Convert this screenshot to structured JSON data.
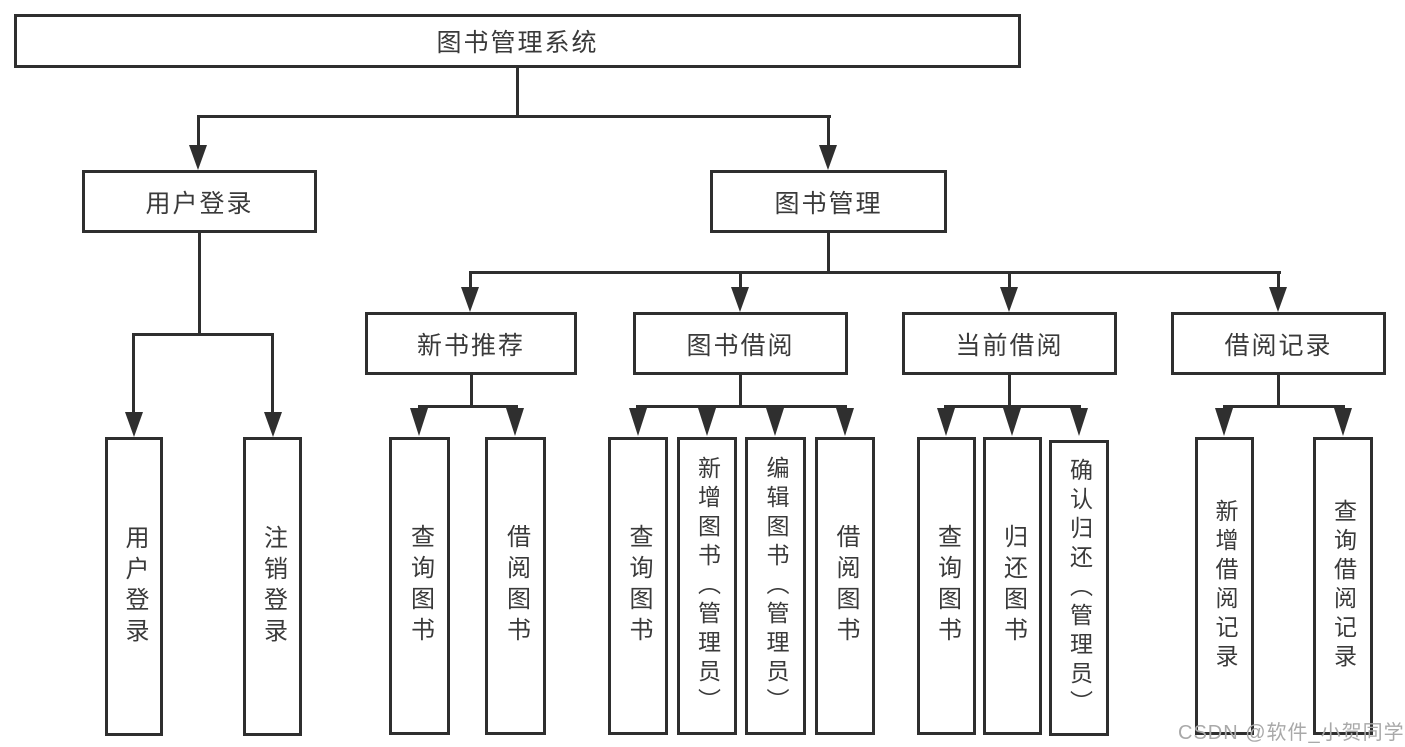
{
  "diagram": {
    "root": {
      "label": "图书管理系统"
    },
    "children": [
      {
        "label": "用户登录",
        "children": [
          {
            "label": "用户登录"
          },
          {
            "label": "注销登录"
          }
        ]
      },
      {
        "label": "图书管理",
        "children": [
          {
            "label": "新书推荐",
            "children": [
              {
                "label": "查询图书"
              },
              {
                "label": "借阅图书"
              }
            ]
          },
          {
            "label": "图书借阅",
            "children": [
              {
                "label": "查询图书"
              },
              {
                "label": "新增图书（管理员）"
              },
              {
                "label": "编辑图书（管理员）"
              },
              {
                "label": "借阅图书"
              }
            ]
          },
          {
            "label": "当前借阅",
            "children": [
              {
                "label": "查询图书"
              },
              {
                "label": "归还图书"
              },
              {
                "label": "确认归还（管理员）"
              }
            ]
          },
          {
            "label": "借阅记录",
            "children": [
              {
                "label": "新增借阅记录"
              },
              {
                "label": "查询借阅记录"
              }
            ]
          }
        ]
      }
    ]
  },
  "watermark": {
    "text": "CSDN @软件_小贺同学"
  },
  "colors": {
    "line": "#2f2f2f",
    "text": "#3a3a3a",
    "background": "#ffffff",
    "watermark": "#a9a9a9"
  }
}
